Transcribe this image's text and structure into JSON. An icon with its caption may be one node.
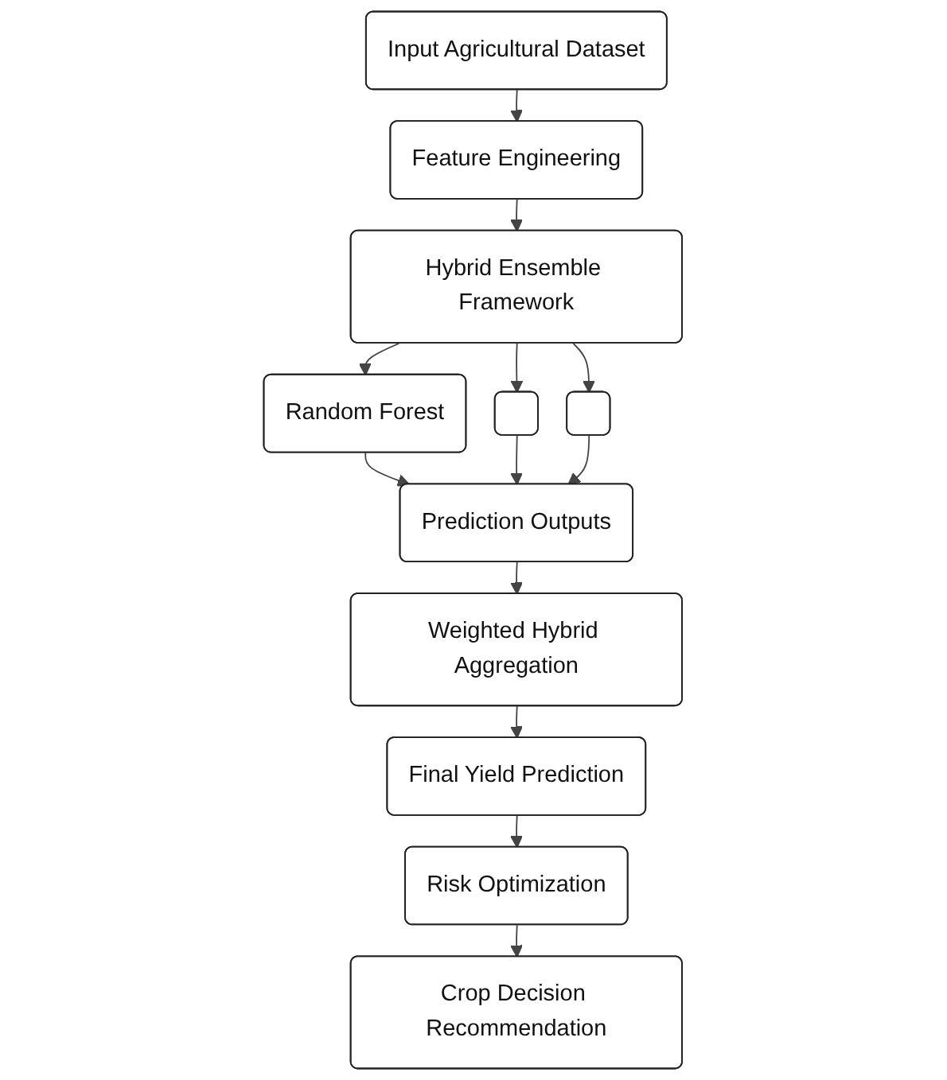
{
  "diagram": {
    "nodes": [
      {
        "text": [
          "Input Agricultural Dataset"
        ]
      },
      {
        "text": [
          "Feature Engineering"
        ]
      },
      {
        "text": [
          "Hybrid Ensemble Framework"
        ]
      },
      {
        "text": [
          "Random Forest"
        ]
      },
      {
        "text": [],
        "shape": "box"
      },
      {
        "text": [],
        "shape": "box"
      },
      {
        "text": [
          "Prediction Outputs"
        ]
      },
      {
        "text": [
          "Weighted Hybrid Aggregation"
        ]
      },
      {
        "text": [
          "Final Yield Prediction"
        ]
      },
      {
        "text": [
          "Risk Optimization"
        ]
      },
      {
        "text": [
          "Crop Decision Recommendation"
        ]
      }
    ],
    "edges": [
      {
        "from": 0,
        "to": 1,
        "arrow": "to"
      },
      {
        "from": 1,
        "to": 2,
        "arrow": "to"
      },
      {
        "from": 2,
        "to": 3,
        "arrow": "to"
      },
      {
        "from": 2,
        "to": 4,
        "arrow": "to"
      },
      {
        "from": 2,
        "to": 5,
        "arrow": "to"
      },
      {
        "from": 3,
        "to": 6,
        "arrow": "to"
      },
      {
        "from": 4,
        "to": 6,
        "arrow": "to"
      },
      {
        "from": 5,
        "to": 6,
        "arrow": "to"
      },
      {
        "from": 6,
        "to": 7,
        "arrow": "to"
      },
      {
        "from": 7,
        "to": 8,
        "arrow": "to"
      },
      {
        "from": 8,
        "to": 9,
        "arrow": "to"
      },
      {
        "from": 9,
        "to": 10,
        "arrow": "to"
      }
    ]
  }
}
